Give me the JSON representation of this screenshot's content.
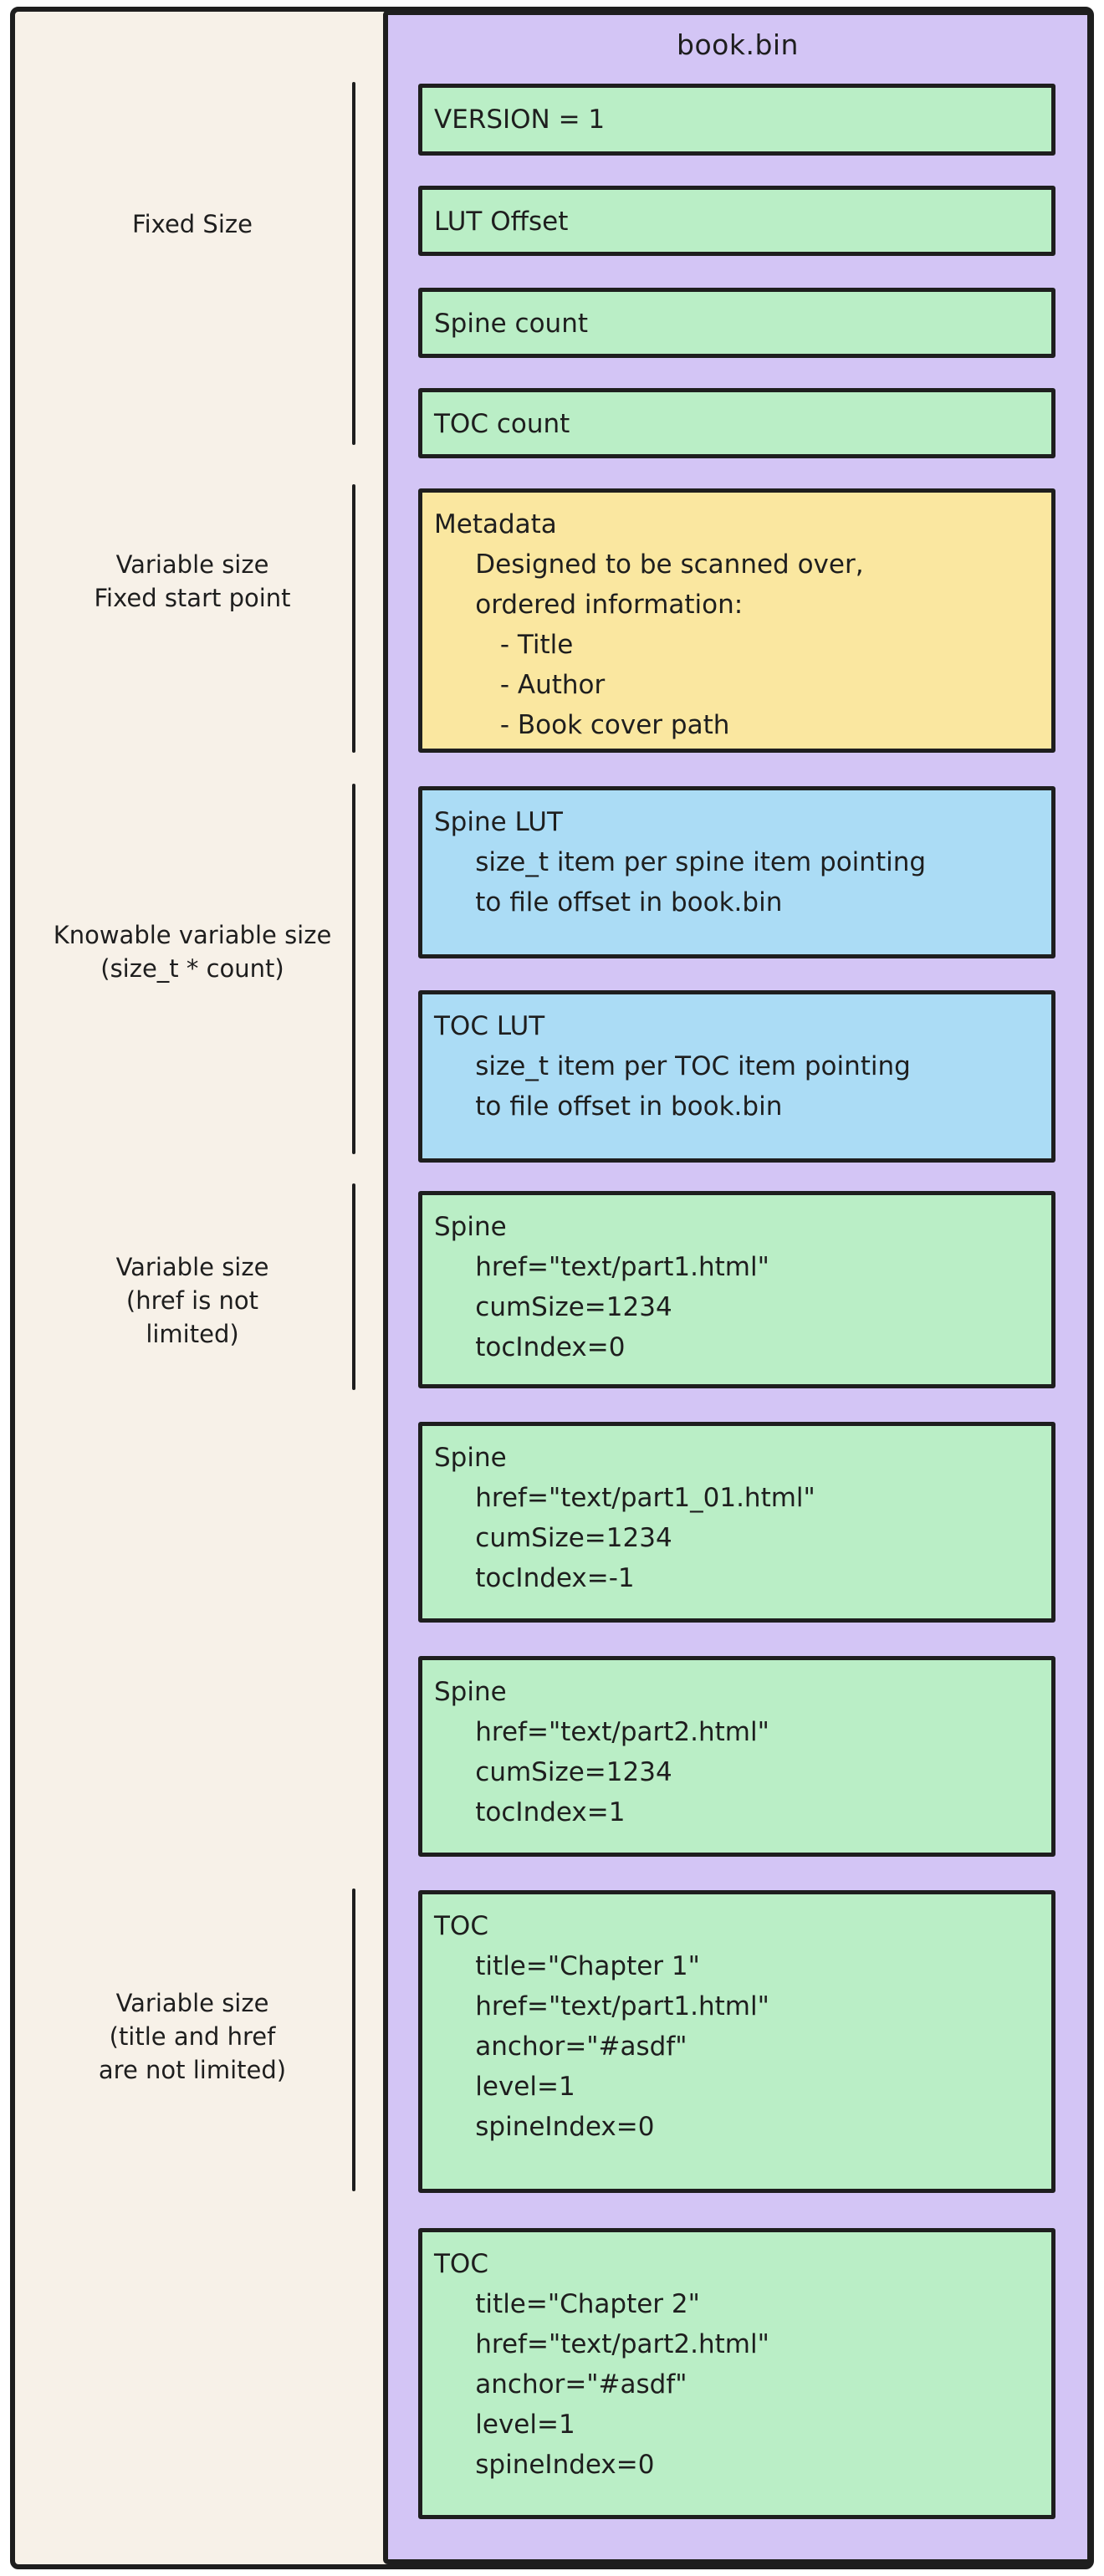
{
  "container": {
    "title": "book.bin"
  },
  "colors": {
    "cream": "#f7f1e8",
    "purple": "#d3c5f5",
    "green": "#baeec6",
    "blue": "#abdcf5",
    "yellow": "#fae7a0",
    "stroke": "#1e1e1e"
  },
  "labels": [
    {
      "id": "fixed-size",
      "text": "Fixed Size"
    },
    {
      "id": "variable-size-fixed-start",
      "text": "Variable size\nFixed start point"
    },
    {
      "id": "knowable-variable-size",
      "text": "Knowable variable size\n(size_t * count)"
    },
    {
      "id": "variable-size-href",
      "text": "Variable size\n(href is not\nlimited)"
    },
    {
      "id": "variable-size-title-href",
      "text": "Variable size\n(title and href\nare not limited)"
    }
  ],
  "boxes": [
    {
      "id": "version",
      "color": "green",
      "text": "VERSION = 1"
    },
    {
      "id": "lut-offset",
      "color": "green",
      "text": "LUT Offset"
    },
    {
      "id": "spine-count",
      "color": "green",
      "text": "Spine count"
    },
    {
      "id": "toc-count",
      "color": "green",
      "text": "TOC count"
    },
    {
      "id": "metadata",
      "color": "yellow",
      "text": "Metadata\n     Designed to be scanned over,\n     ordered information:\n        - Title\n        - Author\n        - Book cover path"
    },
    {
      "id": "spine-lut",
      "color": "blue",
      "text": "Spine LUT\n     size_t item per spine item pointing\n     to file offset in book.bin"
    },
    {
      "id": "toc-lut",
      "color": "blue",
      "text": "TOC LUT\n     size_t item per TOC item pointing\n     to file offset in book.bin"
    },
    {
      "id": "spine-1",
      "color": "green",
      "text": "Spine\n     href=\"text/part1.html\"\n     cumSize=1234\n     tocIndex=0"
    },
    {
      "id": "spine-2",
      "color": "green",
      "text": "Spine\n     href=\"text/part1_01.html\"\n     cumSize=1234\n     tocIndex=-1"
    },
    {
      "id": "spine-3",
      "color": "green",
      "text": "Spine\n     href=\"text/part2.html\"\n     cumSize=1234\n     tocIndex=1"
    },
    {
      "id": "toc-1",
      "color": "green",
      "text": "TOC\n     title=\"Chapter 1\"\n     href=\"text/part1.html\"\n     anchor=\"#asdf\"\n     level=1\n     spineIndex=0"
    },
    {
      "id": "toc-2",
      "color": "green",
      "text": "TOC\n     title=\"Chapter 2\"\n     href=\"text/part2.html\"\n     anchor=\"#asdf\"\n     level=1\n     spineIndex=0"
    }
  ]
}
